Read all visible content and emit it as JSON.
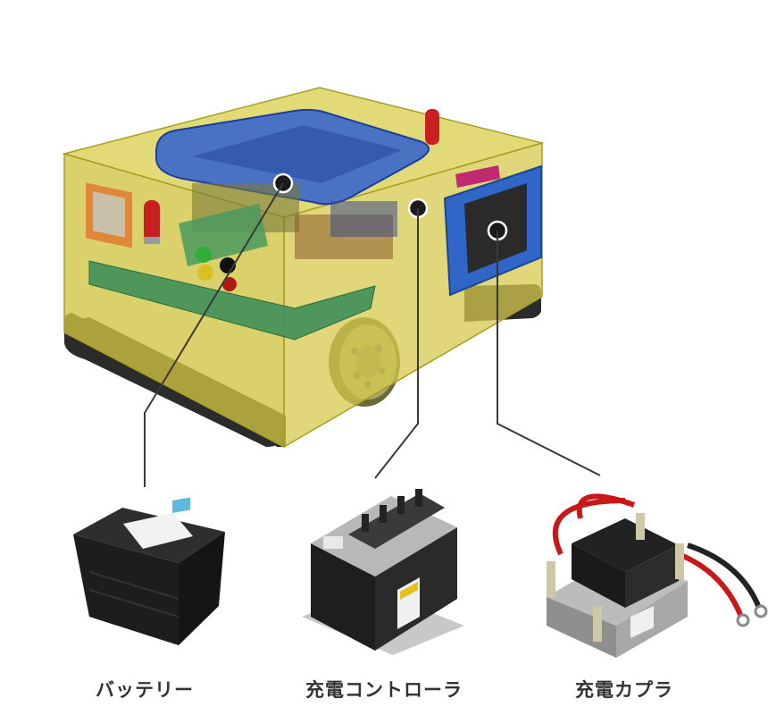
{
  "colors": {
    "housing": "#cfc440",
    "lid_glass": "#2f5fd0",
    "pcb": "#3f8f5a",
    "bumper": "#2a2a2a",
    "callout_line": "#3a3a3a"
  },
  "components": [
    {
      "id": "battery",
      "label": "バッテリー"
    },
    {
      "id": "charge-controller",
      "label": "充電コントローラ"
    },
    {
      "id": "charge-coupler",
      "label": "充電カプラ"
    }
  ],
  "icons": [
    "robot-cutaway-illustration",
    "battery-photo",
    "charge-controller-photo",
    "charge-coupler-photo"
  ]
}
